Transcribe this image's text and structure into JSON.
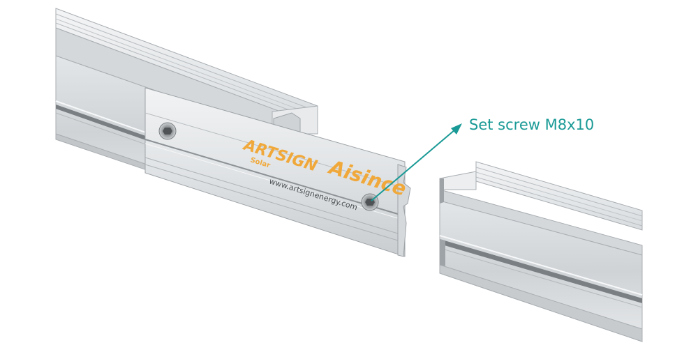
{
  "callout": {
    "text": "Set screw M8x10",
    "color": "#1a9a96"
  },
  "branding": {
    "logo_main": "ARTSIGN",
    "logo_sub": "Solar",
    "logo_second": "Aisince",
    "website": "www.artsignenergy.com",
    "logo_color": "#f0a83a"
  },
  "parts": [
    {
      "name": "Rail section (left)"
    },
    {
      "name": "Rail splice"
    },
    {
      "name": "Rail section (right)"
    },
    {
      "name": "Set screw"
    }
  ]
}
